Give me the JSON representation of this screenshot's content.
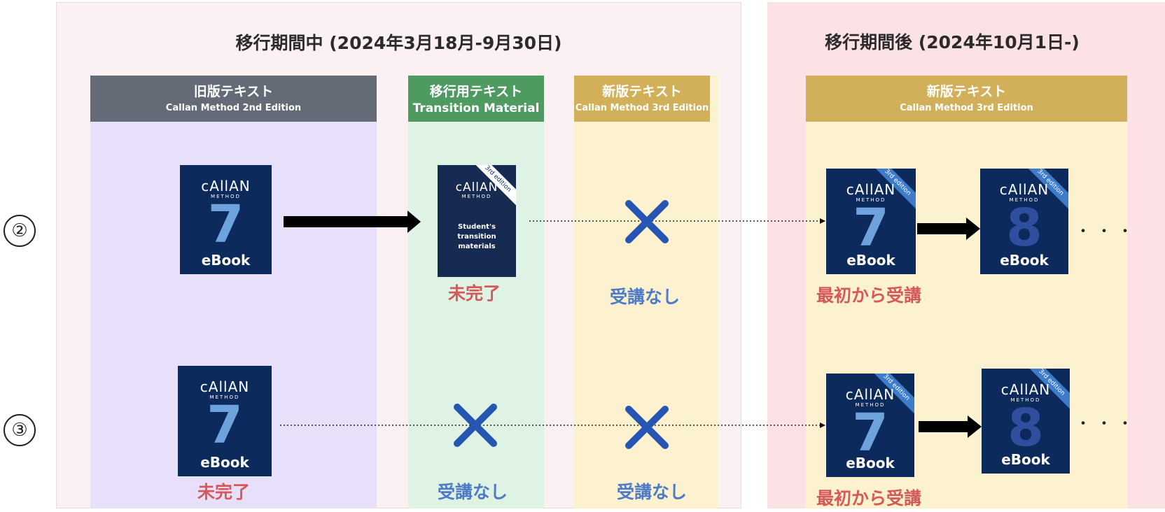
{
  "panels": {
    "during": {
      "title": "移行期間中 (2024年3月18月-9月30日)"
    },
    "after": {
      "title": "移行期間後 (2024年10月1日-)"
    }
  },
  "columns": {
    "old": {
      "title": "旧版テキスト",
      "subtitle": "Callan Method 2nd Edition"
    },
    "transition": {
      "title": "移行用テキスト",
      "subtitle": "Transition Material"
    },
    "new_during": {
      "title": "新版テキスト",
      "subtitle": "Callan Method 3rd Edition"
    },
    "new_after": {
      "title": "新版テキスト",
      "subtitle": "Callan Method 3rd Edition"
    }
  },
  "rows": {
    "row2": {
      "label": "②"
    },
    "row3": {
      "label": "③"
    }
  },
  "book": {
    "logo": "cAllAN",
    "method": "METHOD",
    "ebook": "eBook",
    "edition_ribbon": "3rd edition",
    "transition_text": "Student's transition materials",
    "number_7": "7",
    "number_8": "8"
  },
  "statuses": {
    "incomplete": "未完了",
    "not_taken": "受講なし",
    "from_start": "最初から受講"
  },
  "ellipsis": "・・・",
  "colors": {
    "panel_during_bg": "#fbf0f2",
    "panel_after_bg": "#fde2e5",
    "old_col_bg": "#e8e0fb",
    "old_col_header": "#646b76",
    "transition_col_bg": "#dff3e4",
    "transition_col_header": "#4e9a61",
    "new_col_bg": "#fdf2cf",
    "new_col_header": "#d2b05a",
    "book_bg": "#0c2a5c",
    "x_mark": "#2755b3",
    "status_red": "#d3595b",
    "status_blue": "#4f7ac6"
  }
}
